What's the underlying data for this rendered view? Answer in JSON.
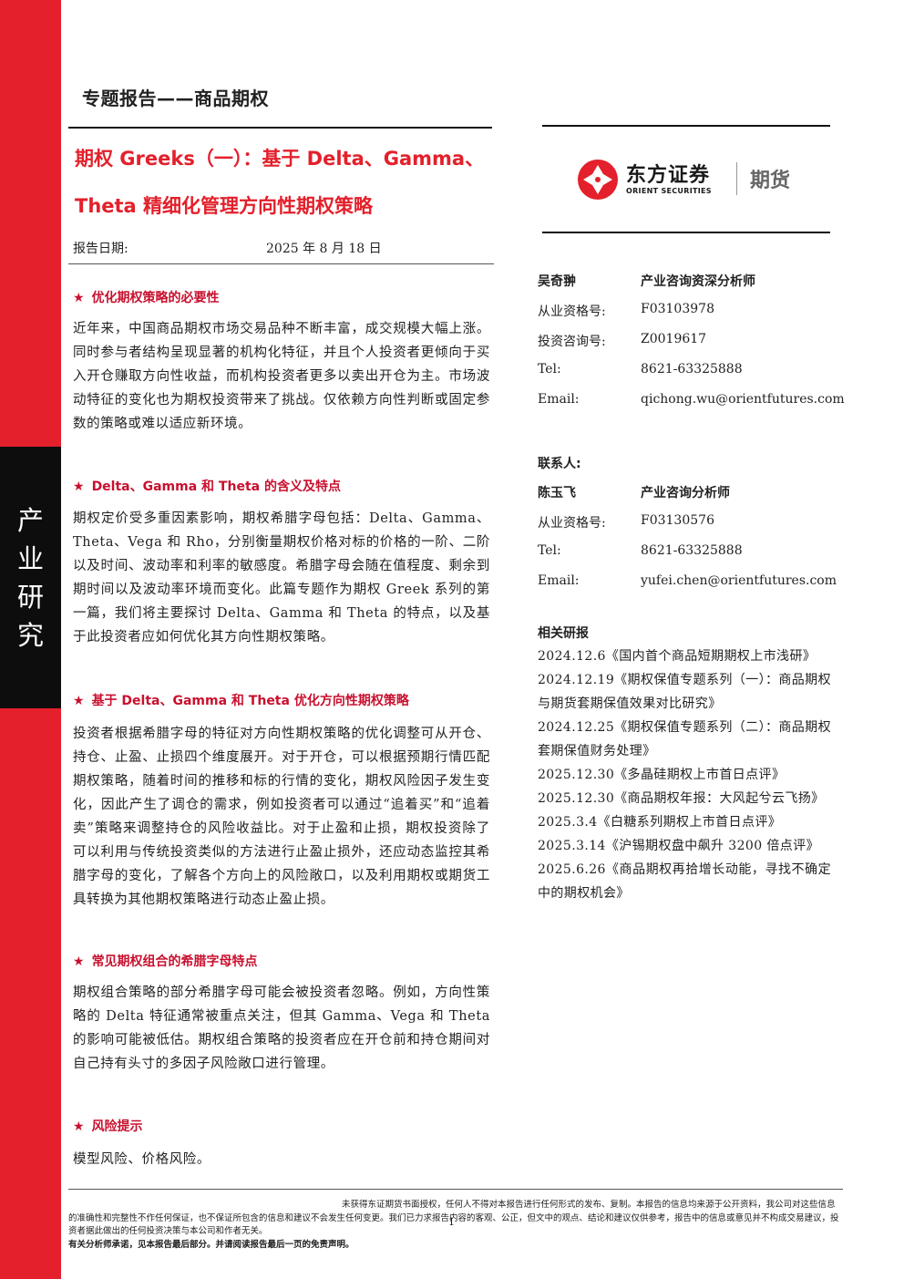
{
  "side_tab": [
    "产",
    "业",
    "研",
    "究"
  ],
  "doc_type": "专题报告——商品期权",
  "title": {
    "line1": "期权 Greeks（一）：基于 Delta、Gamma、",
    "line2": "Theta 精细化管理方向性期权策略"
  },
  "logo": {
    "brand": "东方证券",
    "brand_en": "ORIENT SECURITIES",
    "division": "期货"
  },
  "report_date": {
    "label": "报告日期:",
    "value": "2025 年 8 月 18 日"
  },
  "sections": [
    {
      "heading": "优化期权策略的必要性",
      "body": "近年来，中国商品期权市场交易品种不断丰富，成交规模大幅上涨。同时参与者结构呈现显著的机构化特征，并且个人投资者更倾向于买入开仓赚取方向性收益，而机构投资者更多以卖出开仓为主。市场波动特征的变化也为期权投资带来了挑战。仅依赖方向性判断或固定参数的策略或难以适应新环境。"
    },
    {
      "heading": "Delta、Gamma 和 Theta 的含义及特点",
      "body": "期权定价受多重因素影响，期权希腊字母包括：Delta、Gamma、Theta、Vega 和 Rho，分别衡量期权价格对标的价格的一阶、二阶以及时间、波动率和利率的敏感度。希腊字母会随在值程度、剩余到期时间以及波动率环境而变化。此篇专题作为期权 Greek 系列的第一篇，我们将主要探讨 Delta、Gamma 和 Theta 的特点，以及基于此投资者应如何优化其方向性期权策略。"
    },
    {
      "heading": "基于 Delta、Gamma 和 Theta 优化方向性期权策略",
      "body": "投资者根据希腊字母的特征对方向性期权策略的优化调整可从开仓、持仓、止盈、止损四个维度展开。对于开仓，可以根据预期行情匹配期权策略，随着时间的推移和标的行情的变化，期权风险因子发生变化，因此产生了调仓的需求，例如投资者可以通过“追着买”和“追着卖”策略来调整持仓的风险收益比。对于止盈和止损，期权投资除了可以利用与传统投资类似的方法进行止盈止损外，还应动态监控其希腊字母的变化，了解各个方向上的风险敞口，以及利用期权或期货工具转换为其他期权策略进行动态止盈止损。"
    },
    {
      "heading": "常见期权组合的希腊字母特点",
      "body": "期权组合策略的部分希腊字母可能会被投资者忽略。例如，方向性策略的 Delta 特征通常被重点关注，但其 Gamma、Vega 和 Theta 的影响可能被低估。期权组合策略的投资者应在开仓前和持仓期间对自己持有头寸的多因子风险敞口进行管理。"
    },
    {
      "heading": "风险提示",
      "body": "模型风险、价格风险。"
    }
  ],
  "analyst": {
    "name": "吴奇翀",
    "title": "产业咨询资深分析师",
    "fields": [
      {
        "k": "从业资格号:",
        "v": "F03103978"
      },
      {
        "k": "投资咨询号:",
        "v": "Z0019617"
      },
      {
        "k": "Tel:",
        "v": "8621-63325888"
      },
      {
        "k": "Email:",
        "v": "qichong.wu@orientfutures.com"
      }
    ]
  },
  "contact": {
    "heading": "联系人:",
    "name": "陈玉飞",
    "title": "产业咨询分析师",
    "fields": [
      {
        "k": "从业资格号:",
        "v": "F03130576"
      },
      {
        "k": "Tel:",
        "v": "8621-63325888"
      },
      {
        "k": "Email:",
        "v": "yufei.chen@orientfutures.com"
      }
    ]
  },
  "related": {
    "heading": "相关研报",
    "items": [
      "2024.12.6《国内首个商品短期期权上市浅研》",
      "2024.12.19《期权保值专题系列（一）：商品期权与期货套期保值效果对比研究》",
      "2024.12.25《期权保值专题系列（二）：商品期权套期保值财务处理》",
      "2025.12.30《多晶硅期权上市首日点评》",
      "2025.12.30《商品期权年报：大风起兮云飞扬》",
      "2025.3.4《白糖系列期权上市首日点评》",
      "2025.3.14《沪锡期权盘中飙升 3200 倍点评》",
      "2025.6.26《商品期权再拾增长动能，寻找不确定中的期权机会》"
    ]
  },
  "disclaimer": {
    "text": "未获得东证期货书面授权，任何人不得对本报告进行任何形式的发布、复制。本报告的信息均来源于公开资料，我公司对这些信息的准确性和完整性不作任何保证，也不保证所包含的信息和建议不会发生任何变更。我们已力求报告内容的客观、公正，但文中的观点、结论和建议仅供参考，报告中的信息或意见并不构成交易建议，投资者据此做出的任何投资决策与本公司和作者无关。",
    "page_number": "1",
    "bold_line": "有关分析师承诺，见本报告最后部分。并请阅读报告最后一页的免责声明。"
  }
}
